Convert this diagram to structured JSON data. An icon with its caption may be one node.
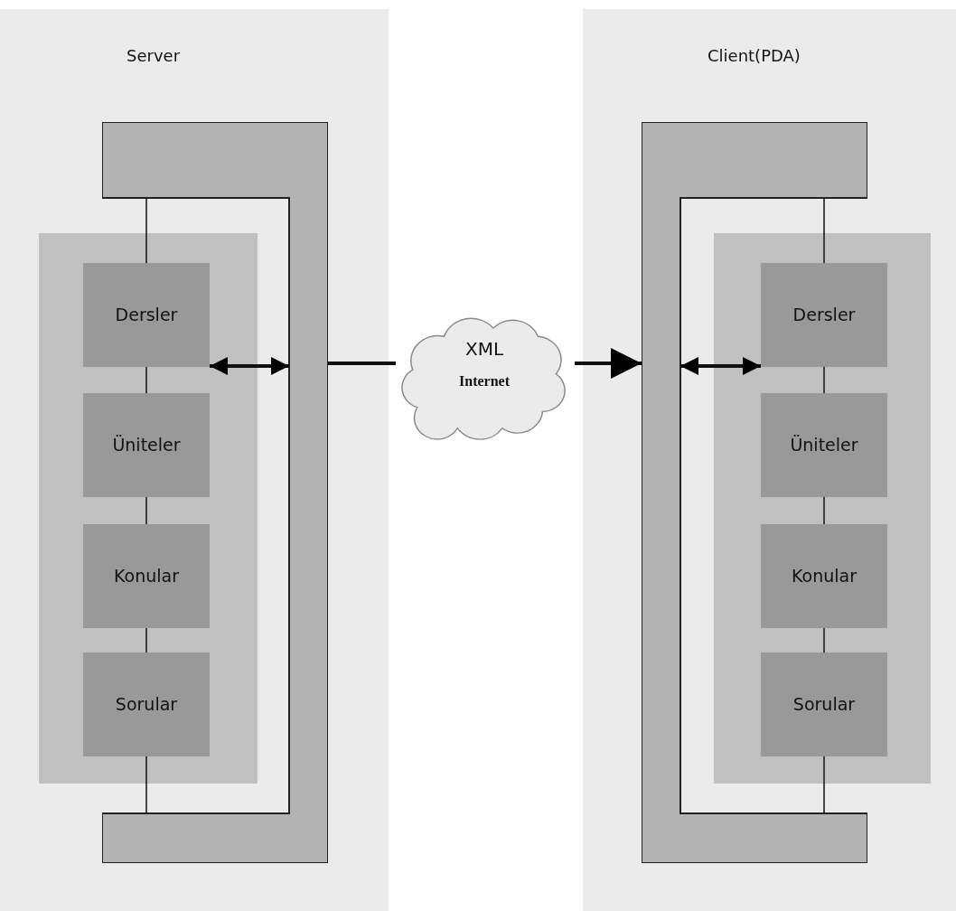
{
  "diagram": {
    "nodes": [
      {
        "text": [
          "Server"
        ]
      },
      {
        "text": [],
        "shape": "bar",
        "in": 0
      },
      {
        "text": [],
        "shape": "box",
        "in": 0
      },
      {
        "text": [
          "Dersler"
        ],
        "in": 2
      },
      {
        "text": [
          "Üniteler"
        ],
        "in": 2
      },
      {
        "text": [
          "Konular"
        ],
        "in": 2
      },
      {
        "text": [
          "Sorular"
        ],
        "in": 2
      },
      {
        "text": [
          "Client(PDA)"
        ]
      },
      {
        "text": [],
        "shape": "bar",
        "in": 7
      },
      {
        "text": [],
        "shape": "box",
        "in": 7
      },
      {
        "text": [
          "Dersler"
        ],
        "in": 9
      },
      {
        "text": [
          "Üniteler"
        ],
        "in": 9
      },
      {
        "text": [
          "Konular"
        ],
        "in": 9
      },
      {
        "text": [
          "Sorular"
        ],
        "in": 9
      },
      {
        "text": [
          "XML",
          "Internet"
        ]
      }
    ],
    "edges": [
      {
        "from": 1,
        "to": 3,
        "arrow": "none"
      },
      {
        "from": 3,
        "to": 4,
        "arrow": "none"
      },
      {
        "from": 4,
        "to": 5,
        "arrow": "none"
      },
      {
        "from": 5,
        "to": 6,
        "arrow": "none"
      },
      {
        "from": 6,
        "to": 1,
        "arrow": "none"
      },
      {
        "from": 3,
        "to": 1,
        "arrow": "both",
        "style": "thick"
      },
      {
        "from": 1,
        "to": 14,
        "arrow": "none",
        "style": "thick"
      },
      {
        "from": 14,
        "to": 8,
        "arrow": "to",
        "style": "thick"
      },
      {
        "from": 8,
        "to": 10,
        "arrow": "both",
        "style": "thick"
      },
      {
        "from": 8,
        "to": 10,
        "arrow": "none"
      },
      {
        "from": 10,
        "to": 11,
        "arrow": "none"
      },
      {
        "from": 11,
        "to": 12,
        "arrow": "none"
      },
      {
        "from": 12,
        "to": 13,
        "arrow": "none"
      },
      {
        "from": 13,
        "to": 8,
        "arrow": "none"
      }
    ]
  }
}
